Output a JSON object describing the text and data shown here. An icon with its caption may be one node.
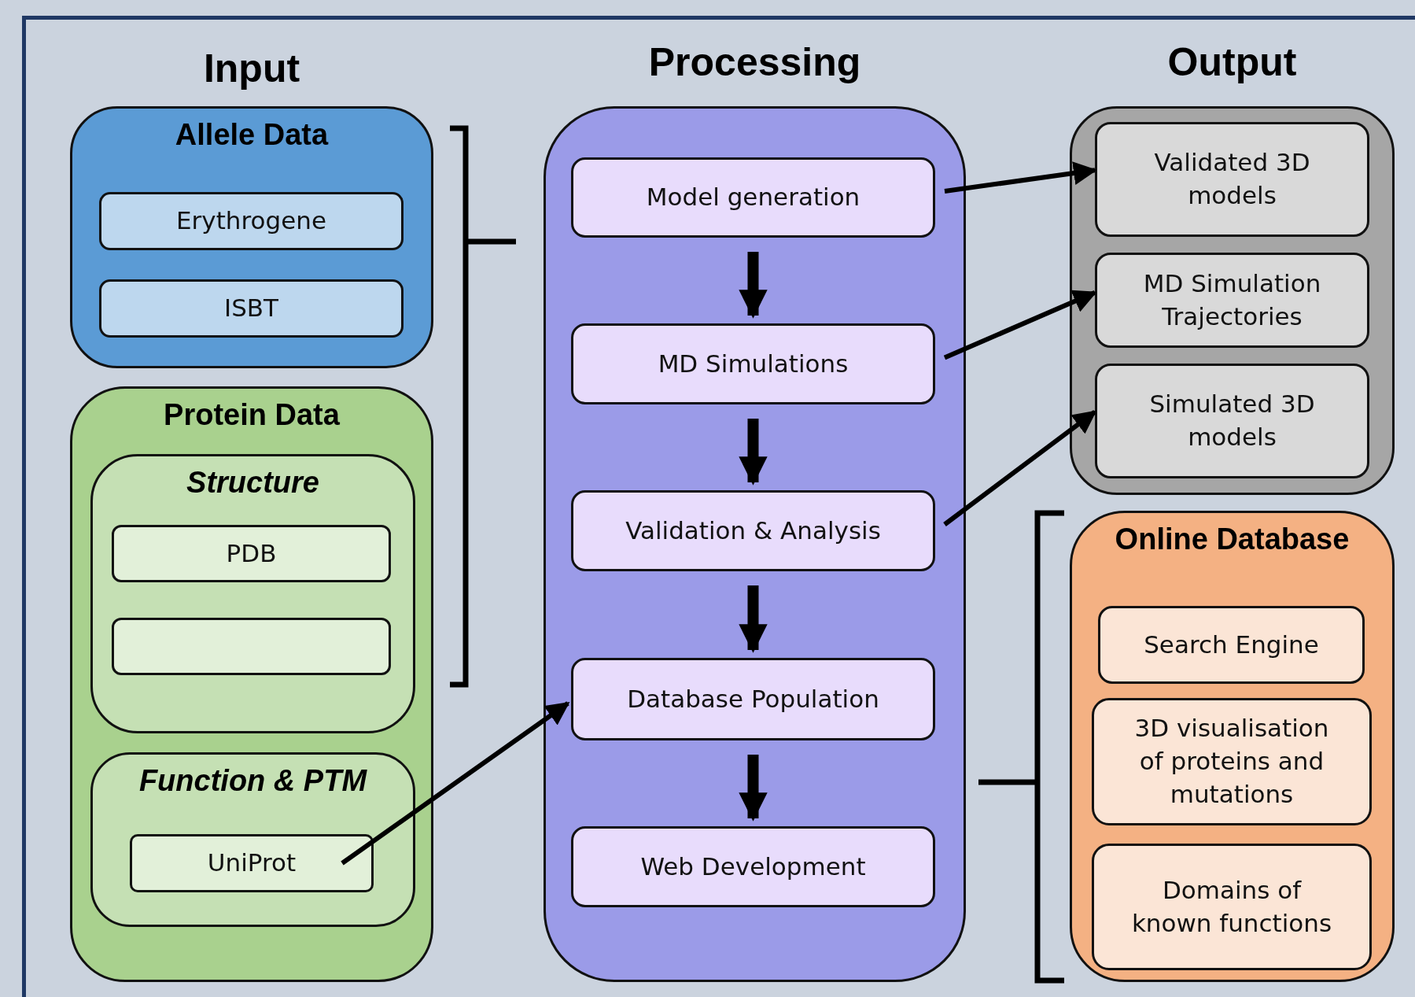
{
  "diagram": {
    "nodes": [
      {
        "text": [
          "Allele Data"
        ]
      },
      {
        "text": [
          "Erythrogene"
        ],
        "in": 0
      },
      {
        "text": [
          "ISBT"
        ],
        "in": 0
      },
      {
        "text": [
          "Protein Data"
        ]
      },
      {
        "text": [
          "Structure"
        ],
        "in": 3
      },
      {
        "text": [
          "PDB"
        ],
        "in": 4
      },
      {
        "text": [],
        "shape": "box",
        "in": 4
      },
      {
        "text": [
          "Function & PTM"
        ],
        "in": 3
      },
      {
        "text": [
          "UniProt"
        ],
        "in": 7
      },
      {
        "text": [
          "Processing"
        ]
      },
      {
        "text": [
          "Model generation"
        ],
        "in": 9
      },
      {
        "text": [
          "MD Simulations"
        ],
        "in": 9
      },
      {
        "text": [
          "Validation & Analysis"
        ],
        "in": 9
      },
      {
        "text": [
          "Database Population"
        ],
        "in": 9
      },
      {
        "text": [
          "Web Development"
        ],
        "in": 9
      },
      {
        "text": [
          "Output"
        ]
      },
      {
        "text": [
          "Validated 3D models"
        ],
        "in": 15
      },
      {
        "text": [
          "MD Simulation Trajectories"
        ],
        "in": 15
      },
      {
        "text": [
          "Simulated 3D models"
        ],
        "in": 15
      },
      {
        "text": [
          "Online Database"
        ]
      },
      {
        "text": [
          "Search Engine"
        ],
        "in": 19
      },
      {
        "text": [
          "3D visualisation of proteins and mutations"
        ],
        "in": 19
      },
      {
        "text": [
          "Domains of known functions"
        ],
        "in": 19
      }
    ],
    "edges": [
      {
        "from": 10,
        "to": 11,
        "arrow": "to",
        "style": "thick"
      },
      {
        "from": 11,
        "to": 12,
        "arrow": "to",
        "style": "thick"
      },
      {
        "from": 12,
        "to": 13,
        "arrow": "to",
        "style": "thick"
      },
      {
        "from": 13,
        "to": 14,
        "arrow": "to",
        "style": "thick"
      },
      {
        "from": 10,
        "to": 16,
        "arrow": "to"
      },
      {
        "from": 11,
        "to": 17,
        "arrow": "to"
      },
      {
        "from": 12,
        "to": 18,
        "arrow": "to"
      },
      {
        "from": 8,
        "to": 13,
        "arrow": "to"
      }
    ],
    "labels": [
      "Input"
    ]
  }
}
